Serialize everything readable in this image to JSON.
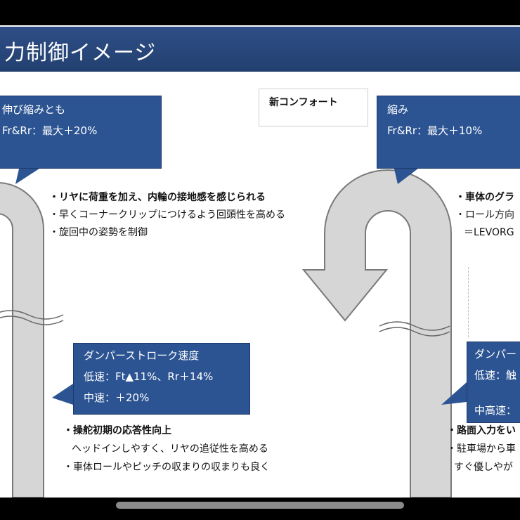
{
  "slide": {
    "title": "力制御イメージ",
    "new_comfort_label": "新コンフォート",
    "left_top_callout": {
      "line1": "伸び縮みとも",
      "line2": "Fr&Rr：最大＋20%"
    },
    "left_bullets": [
      "・リヤに荷重を加え、内輪の接地感を感じられる",
      "・早くコーナークリップにつけるよう回頭性を高める",
      "・旋回中の姿勢を制御"
    ],
    "left_bottom_callout": {
      "line1": "ダンパーストローク速度",
      "line2": "低速：Ft▲11%、Rr＋14%",
      "line3": "中速：＋20%"
    },
    "left_bottom_bullets": [
      "・操舵初期の応答性向上",
      "ヘッドインしやすく、リヤの追従性を高める",
      "・車体ロールやピッチの収まりの収まりも良く"
    ],
    "right_top_callout": {
      "line1": "縮み",
      "line2": "Fr&Rr：最大＋10%"
    },
    "right_bullets": [
      "・車体のグラ",
      "・ロール方向",
      "＝LEVORG"
    ],
    "right_bottom_callout": {
      "line1": "ダンパー",
      "line2": "低速：触",
      "line3": "中高速："
    },
    "right_bottom_bullets": [
      "・路面入力をい",
      "・駐車場から車",
      "すぐ優しやが"
    ]
  },
  "colors": {
    "title_bar": "#2f4e86",
    "callout": "#2c5492",
    "arrow_fill": "#d6d6d6",
    "arrow_stroke": "#7a7a7a"
  }
}
